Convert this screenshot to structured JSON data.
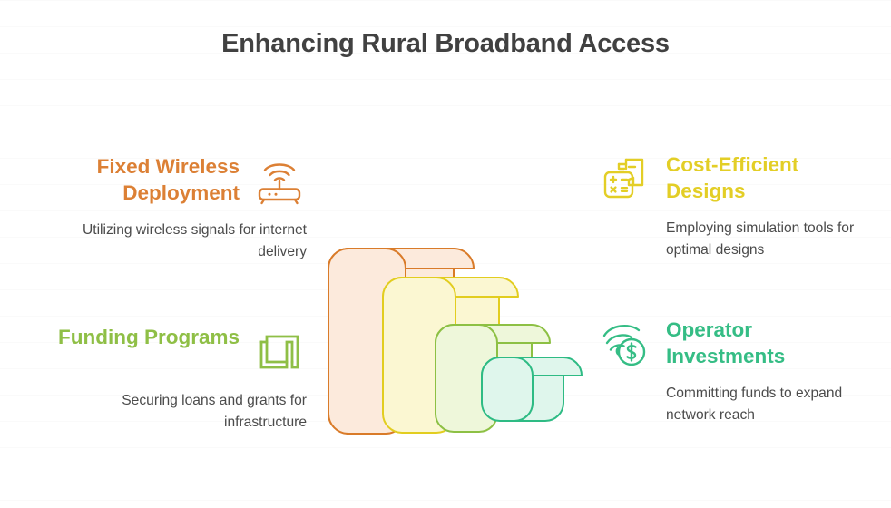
{
  "page": {
    "title": "Enhancing Rural Broadband Access",
    "background_color": "#ffffff",
    "title_color": "#414141",
    "body_text_color": "#4b4b4b"
  },
  "items": [
    {
      "id": "fixed-wireless-deployment",
      "position": "top-left",
      "heading": "Fixed Wireless Deployment",
      "description": "Utilizing wireless signals for internet delivery",
      "color": "#DC8035",
      "icon": "wireless-router-icon"
    },
    {
      "id": "funding-programs",
      "position": "bottom-left",
      "heading": "Funding Programs",
      "description": "Securing loans and grants for infrastructure",
      "color": "#8FBF46",
      "icon": "interlocking-brackets-icon"
    },
    {
      "id": "cost-efficient-designs",
      "position": "top-right",
      "heading": "Cost-Efficient Designs",
      "description": "Employing simulation tools for optimal designs",
      "color": "#E3CE26",
      "icon": "calculator-document-icon"
    },
    {
      "id": "operator-investments",
      "position": "bottom-right",
      "heading": "Operator Investments",
      "description": "Committing funds to expand network reach",
      "color": "#35BD85",
      "icon": "wifi-dollar-coin-icon"
    }
  ],
  "center_graphic": {
    "name": "nested-isometric-blocks",
    "description": "Four nested 3D rounded-square blocks decreasing in size from left to right",
    "layers": [
      {
        "name": "layer-orange",
        "stroke": "#D97B29",
        "fill": "#FCEADC"
      },
      {
        "name": "layer-yellow",
        "stroke": "#E2CD1F",
        "fill": "#FBF7D2"
      },
      {
        "name": "layer-green",
        "stroke": "#8DC044",
        "fill": "#EEF7DA"
      },
      {
        "name": "layer-teal",
        "stroke": "#2EBB84",
        "fill": "#DFF6EC"
      }
    ]
  }
}
